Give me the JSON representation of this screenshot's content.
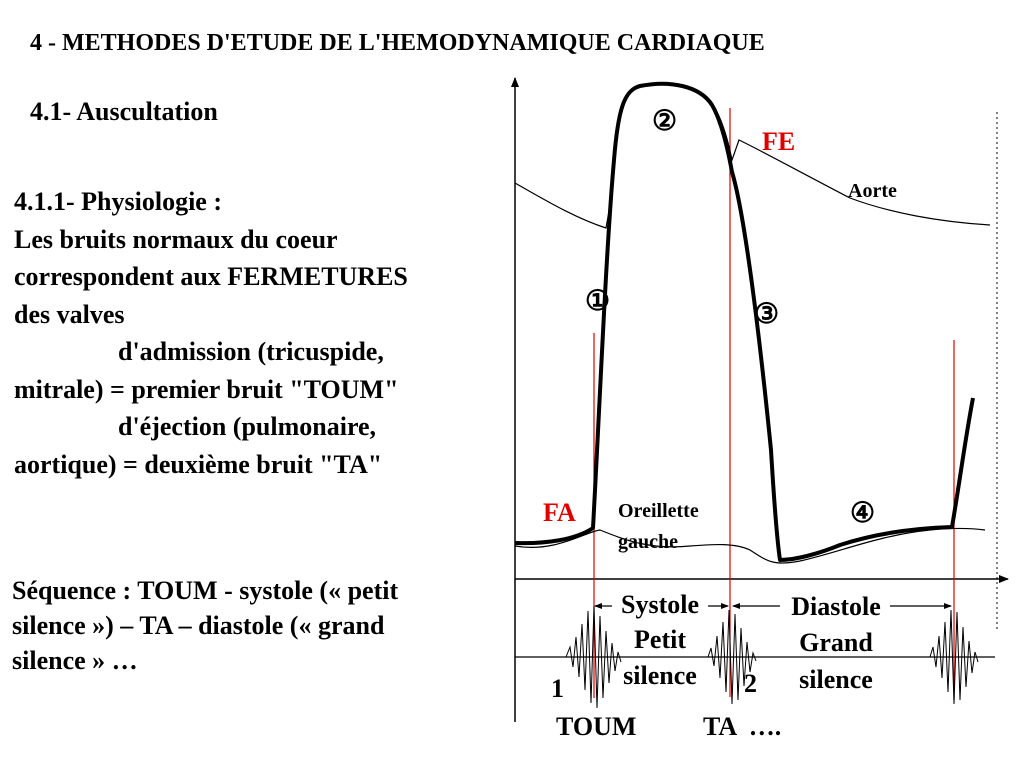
{
  "slide": {
    "title": "4 - METHODES D'ETUDE DE L'HEMODYNAMIQUE CARDIAQUE",
    "subtitle": "4.1- Auscultation",
    "body_lines": [
      "4.1.1- Physiologie :",
      "Les bruits normaux du coeur",
      "correspondent aux FERMETURES",
      "des valves",
      "d'admission (tricuspide,",
      "mitrale) = premier bruit \"TOUM\"",
      "d'éjection (pulmonaire,",
      "aortique) = deuxième bruit \"TA\""
    ],
    "sequence_lines": [
      "Séquence : TOUM - systole (« petit",
      "silence ») – TA – diastole (« grand",
      "silence » …"
    ]
  },
  "diagram": {
    "labels": {
      "fe": "FE",
      "fa": "FA",
      "aorte": "Aorte",
      "oreillette_line1": "Oreillette",
      "oreillette_line2": "gauche",
      "phase1": "①",
      "phase2": "②",
      "phase3": "③",
      "phase4": "④",
      "systole": "Systole",
      "petit": "Petit",
      "silence1": "silence",
      "diastole": "Diastole",
      "grand": "Grand",
      "silence2": "silence",
      "num1": "1",
      "num2": "2",
      "toum": "TOUM",
      "ta": "TA  …."
    },
    "colors": {
      "accent": "#e00000",
      "curve": "#000000"
    }
  }
}
